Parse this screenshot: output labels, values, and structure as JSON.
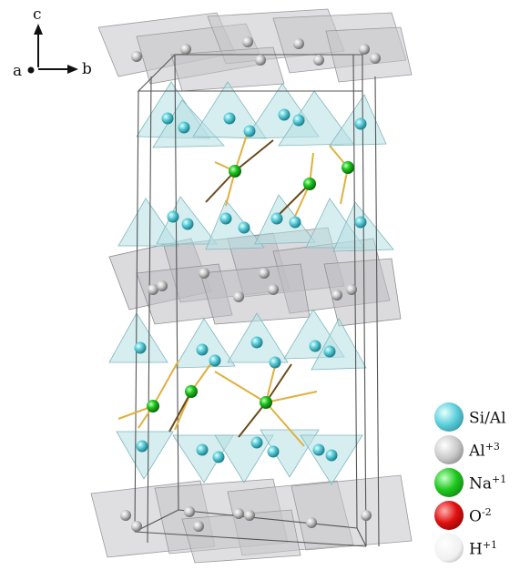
{
  "axes": {
    "c_label": "c",
    "a_label": "a",
    "b_label": "b"
  },
  "legend": {
    "items": [
      {
        "element": "Si/Al",
        "charge": "",
        "color": "#5fd0dc"
      },
      {
        "element": "Al",
        "charge": "+3",
        "color": "#c8c8c8"
      },
      {
        "element": "Na",
        "charge": "+1",
        "color": "#1ec81e"
      },
      {
        "element": "O",
        "charge": "-2",
        "color": "#e01010"
      },
      {
        "element": "H",
        "charge": "+1",
        "color": "#f2f2f2"
      }
    ]
  },
  "colors": {
    "tetrahedron": "#bfe3e6",
    "octahedron": "#c8c8cc",
    "cell_edge": "#555555",
    "bond": "#e0b040",
    "dark_bond": "#6b4a1a"
  }
}
